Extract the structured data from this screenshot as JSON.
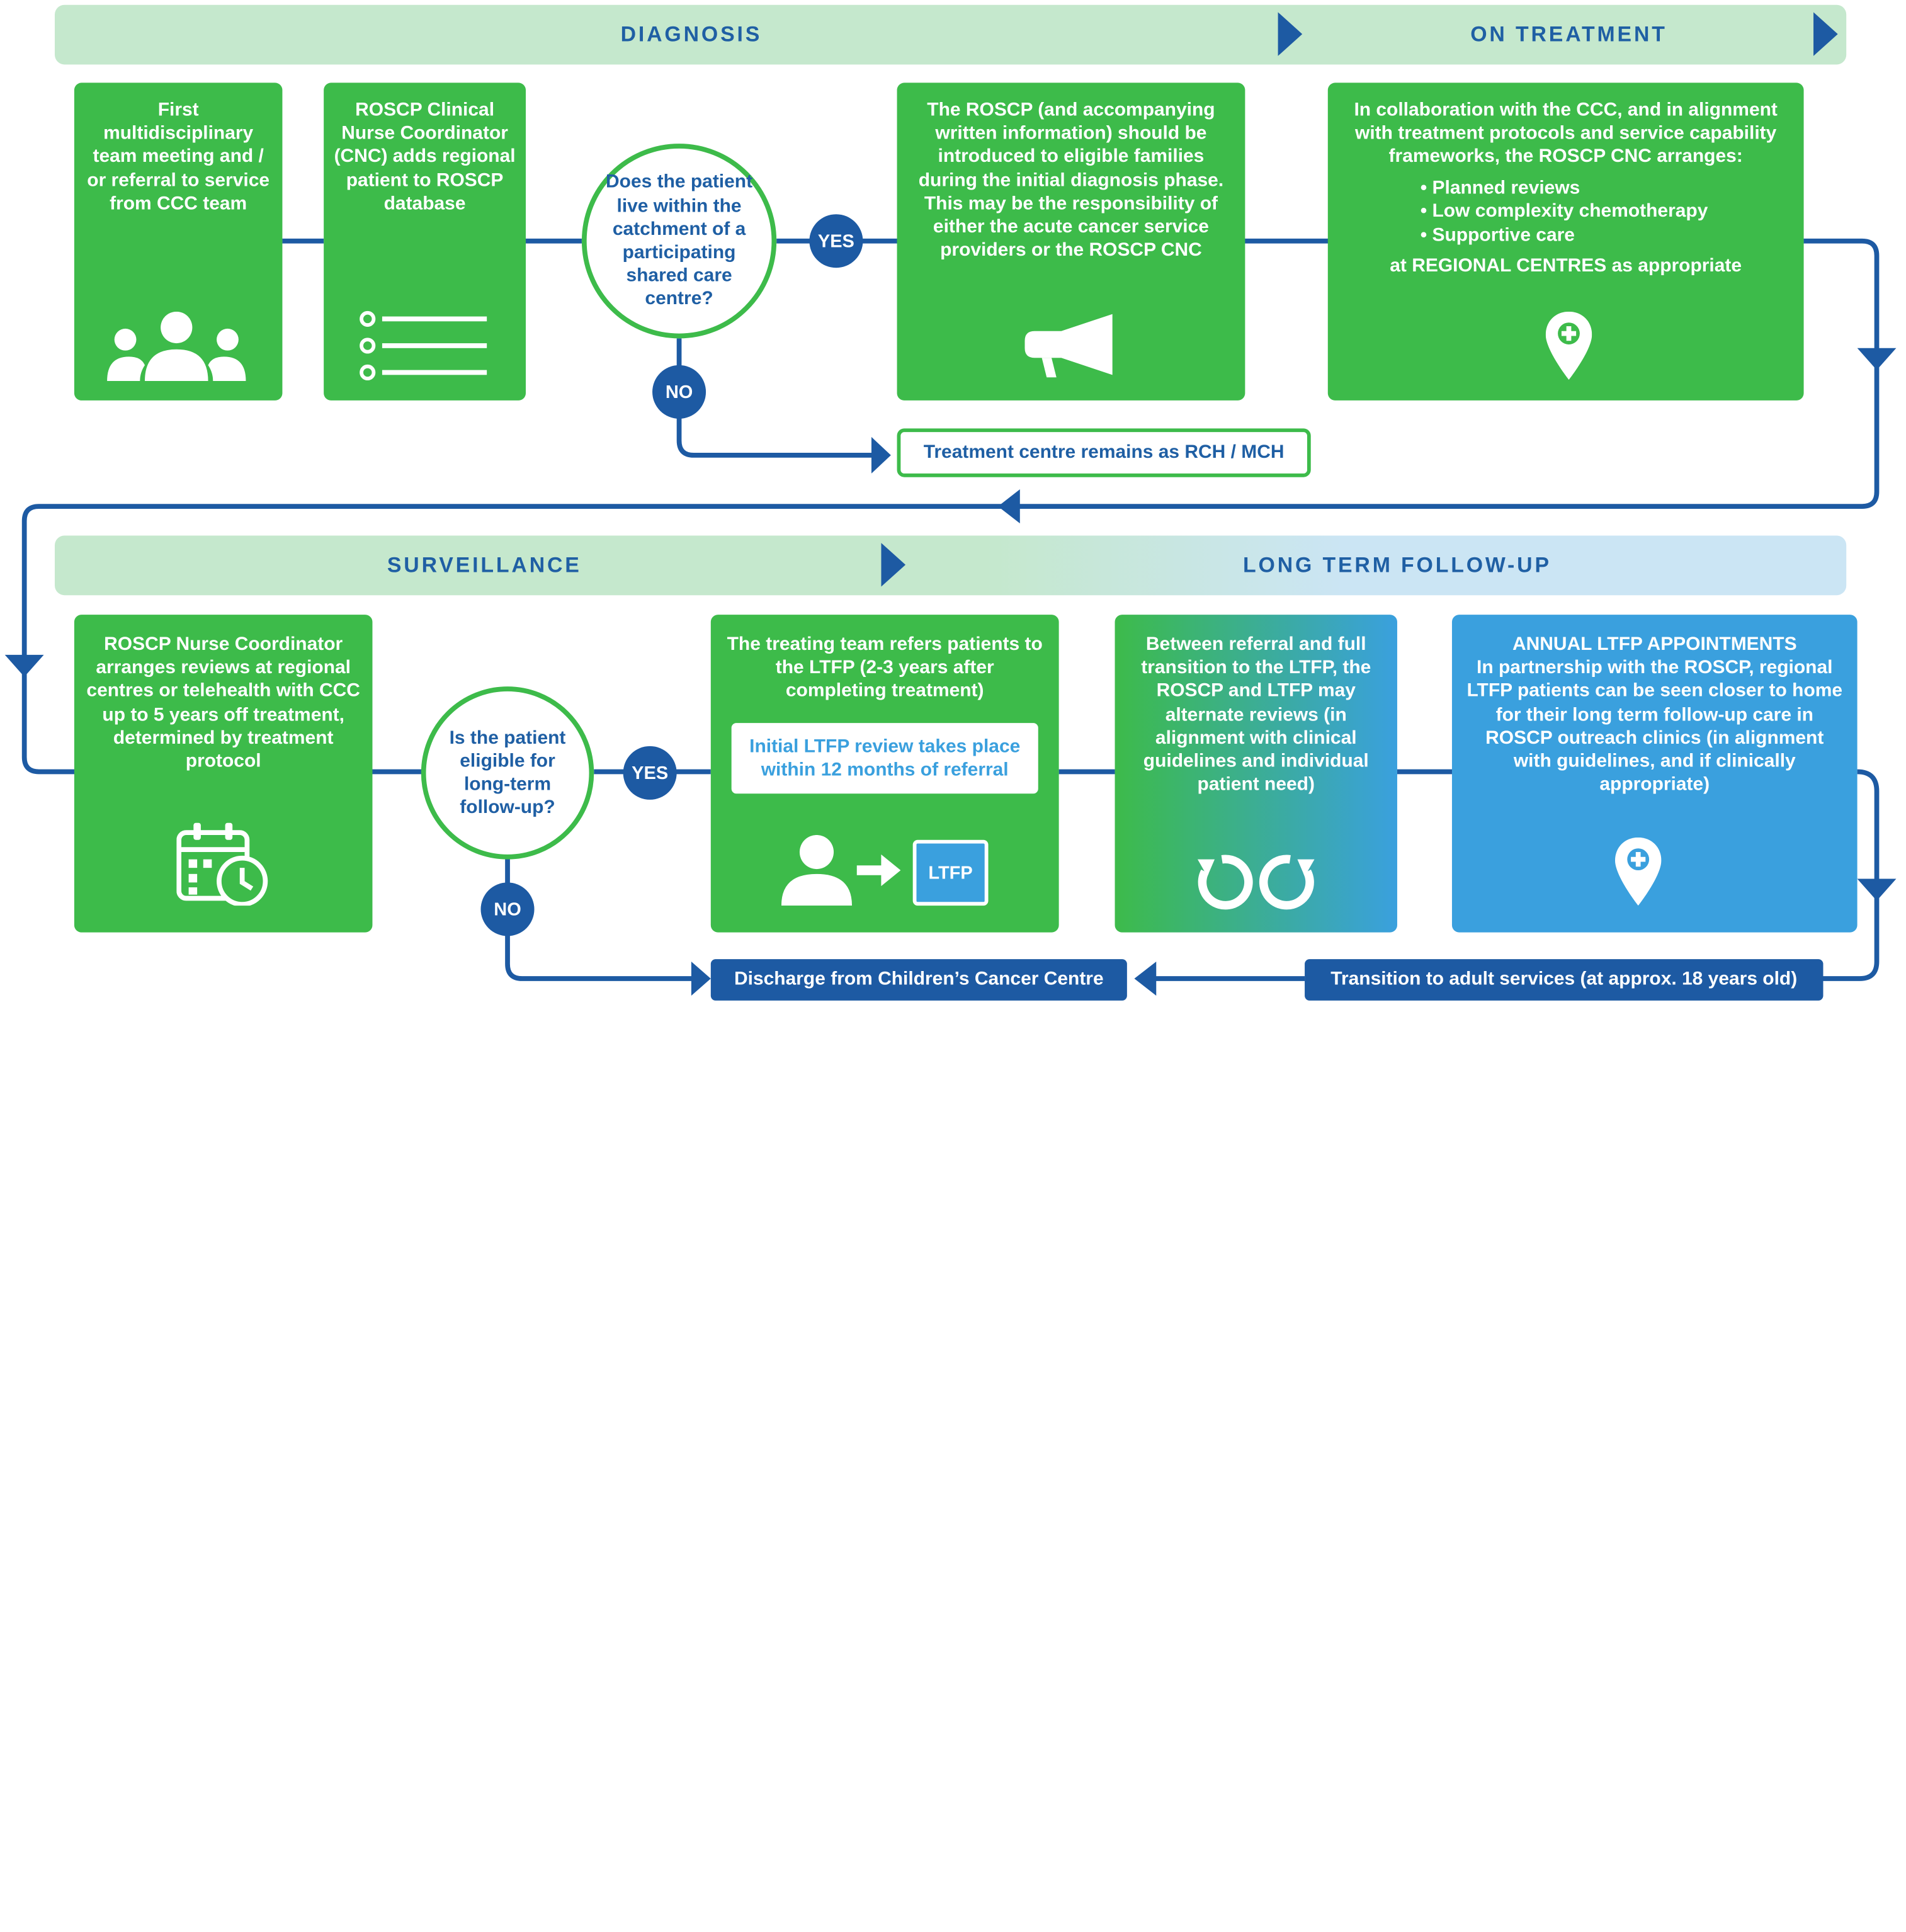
{
  "phases": {
    "diagnosis": "DIAGNOSIS",
    "on_treatment": "ON TREATMENT",
    "surveillance": "SURVEILLANCE",
    "ltfu": "LONG TERM FOLLOW-UP"
  },
  "boxes": {
    "first_mdt": "First multidisciplinary team meeting and / or referral to service from CCC team",
    "cnc_adds": "ROSCP Clinical Nurse Coordinator (CNC) adds regional patient to ROSCP database",
    "roscp_intro": "The ROSCP (and accompanying written information) should be introduced to eligible families during the initial diagnosis phase. This may be the responsibility of either the acute cancer service providers or the ROSCP CNC",
    "collab_intro": "In collaboration with the CCC, and in alignment with treatment protocols and service capability frameworks, the ROSCP CNC arranges:",
    "collab_items": [
      "Planned reviews",
      "Low complexity chemotherapy",
      "Supportive care"
    ],
    "collab_outro": "at REGIONAL CENTRES as appropriate",
    "nurse_reviews": "ROSCP Nurse Coordinator arranges reviews at regional centres or telehealth with CCC up to 5 years off treatment, determined by treatment protocol",
    "treating_refers": "The treating team refers patients to the LTFP (2-3 years after completing treatment)",
    "initial_review": "Initial LTFP review takes place within 12 months of referral",
    "ltfp_badge": "LTFP",
    "alternate": "Between referral and full transition to the LTFP, the ROSCP and LTFP may alternate reviews (in alignment with clinical guidelines and individual patient need)",
    "annual_title": "ANNUAL LTFP APPOINTMENTS",
    "annual_body": "In partnership with the ROSCP, regional LTFP patients can be seen closer to home for their long term follow-up care in ROSCP outreach clinics (in alignment with guidelines, and if clinically appropriate)"
  },
  "decisions": {
    "catchment": "Does the patient live within the catchment of a participating shared care centre?",
    "eligible": "Is the patient eligible for long-term follow-up?"
  },
  "answers": {
    "yes": "YES",
    "no": "NO"
  },
  "outcomes": {
    "rch_mch": "Treatment centre remains as RCH / MCH",
    "discharge": "Discharge from Children’s Cancer Centre",
    "transition": "Transition to adult services (at approx. 18 years old)"
  },
  "icons": [
    "people-group-icon",
    "checklist-icon",
    "megaphone-icon",
    "location-pin-plus-icon",
    "calendar-clock-icon",
    "person-arrow-icon",
    "refresh-cycle-icon",
    "location-pin-plus-icon"
  ],
  "colors": {
    "green": "#3dbb4a",
    "blue": "#3aa0de",
    "navy": "#1d5aa3",
    "band_green": "#c5e8cd",
    "band_blue": "#cbe5f4"
  }
}
